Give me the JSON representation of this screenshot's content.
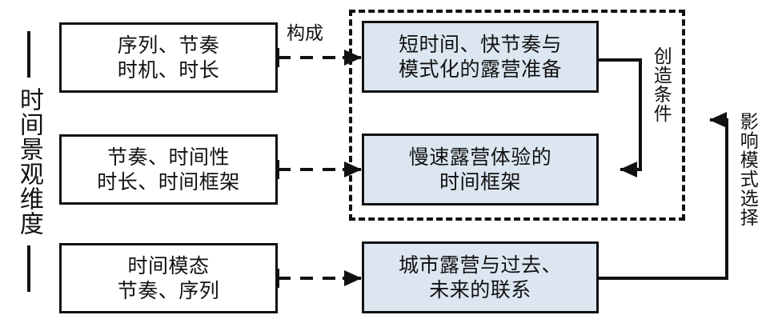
{
  "diagram": {
    "axis": {
      "label": "时间景观维度"
    },
    "dimension_nodes": [
      {
        "id": "dim-1",
        "text": "序列、节奏\n时机、时长"
      },
      {
        "id": "dim-2",
        "text": "节奏、时间性\n时长、时间框架"
      },
      {
        "id": "dim-3",
        "text": "时间模态\n节奏、序列"
      }
    ],
    "outcome_nodes": [
      {
        "id": "out-1",
        "text": "短时间、快节奏与\n模式化的露营准备"
      },
      {
        "id": "out-2",
        "text": "慢速露营体验的\n时间框架"
      },
      {
        "id": "out-3",
        "text": "城市露营与过去、\n未来的联系"
      }
    ],
    "edge_labels": {
      "compose": "构成",
      "create_conditions": "创造条件",
      "influence_mode_choice": "影响模式选择"
    },
    "colors": {
      "node_fill_blue": "#dce6f1",
      "node_fill_white": "#ffffff",
      "stroke": "#111111"
    }
  }
}
